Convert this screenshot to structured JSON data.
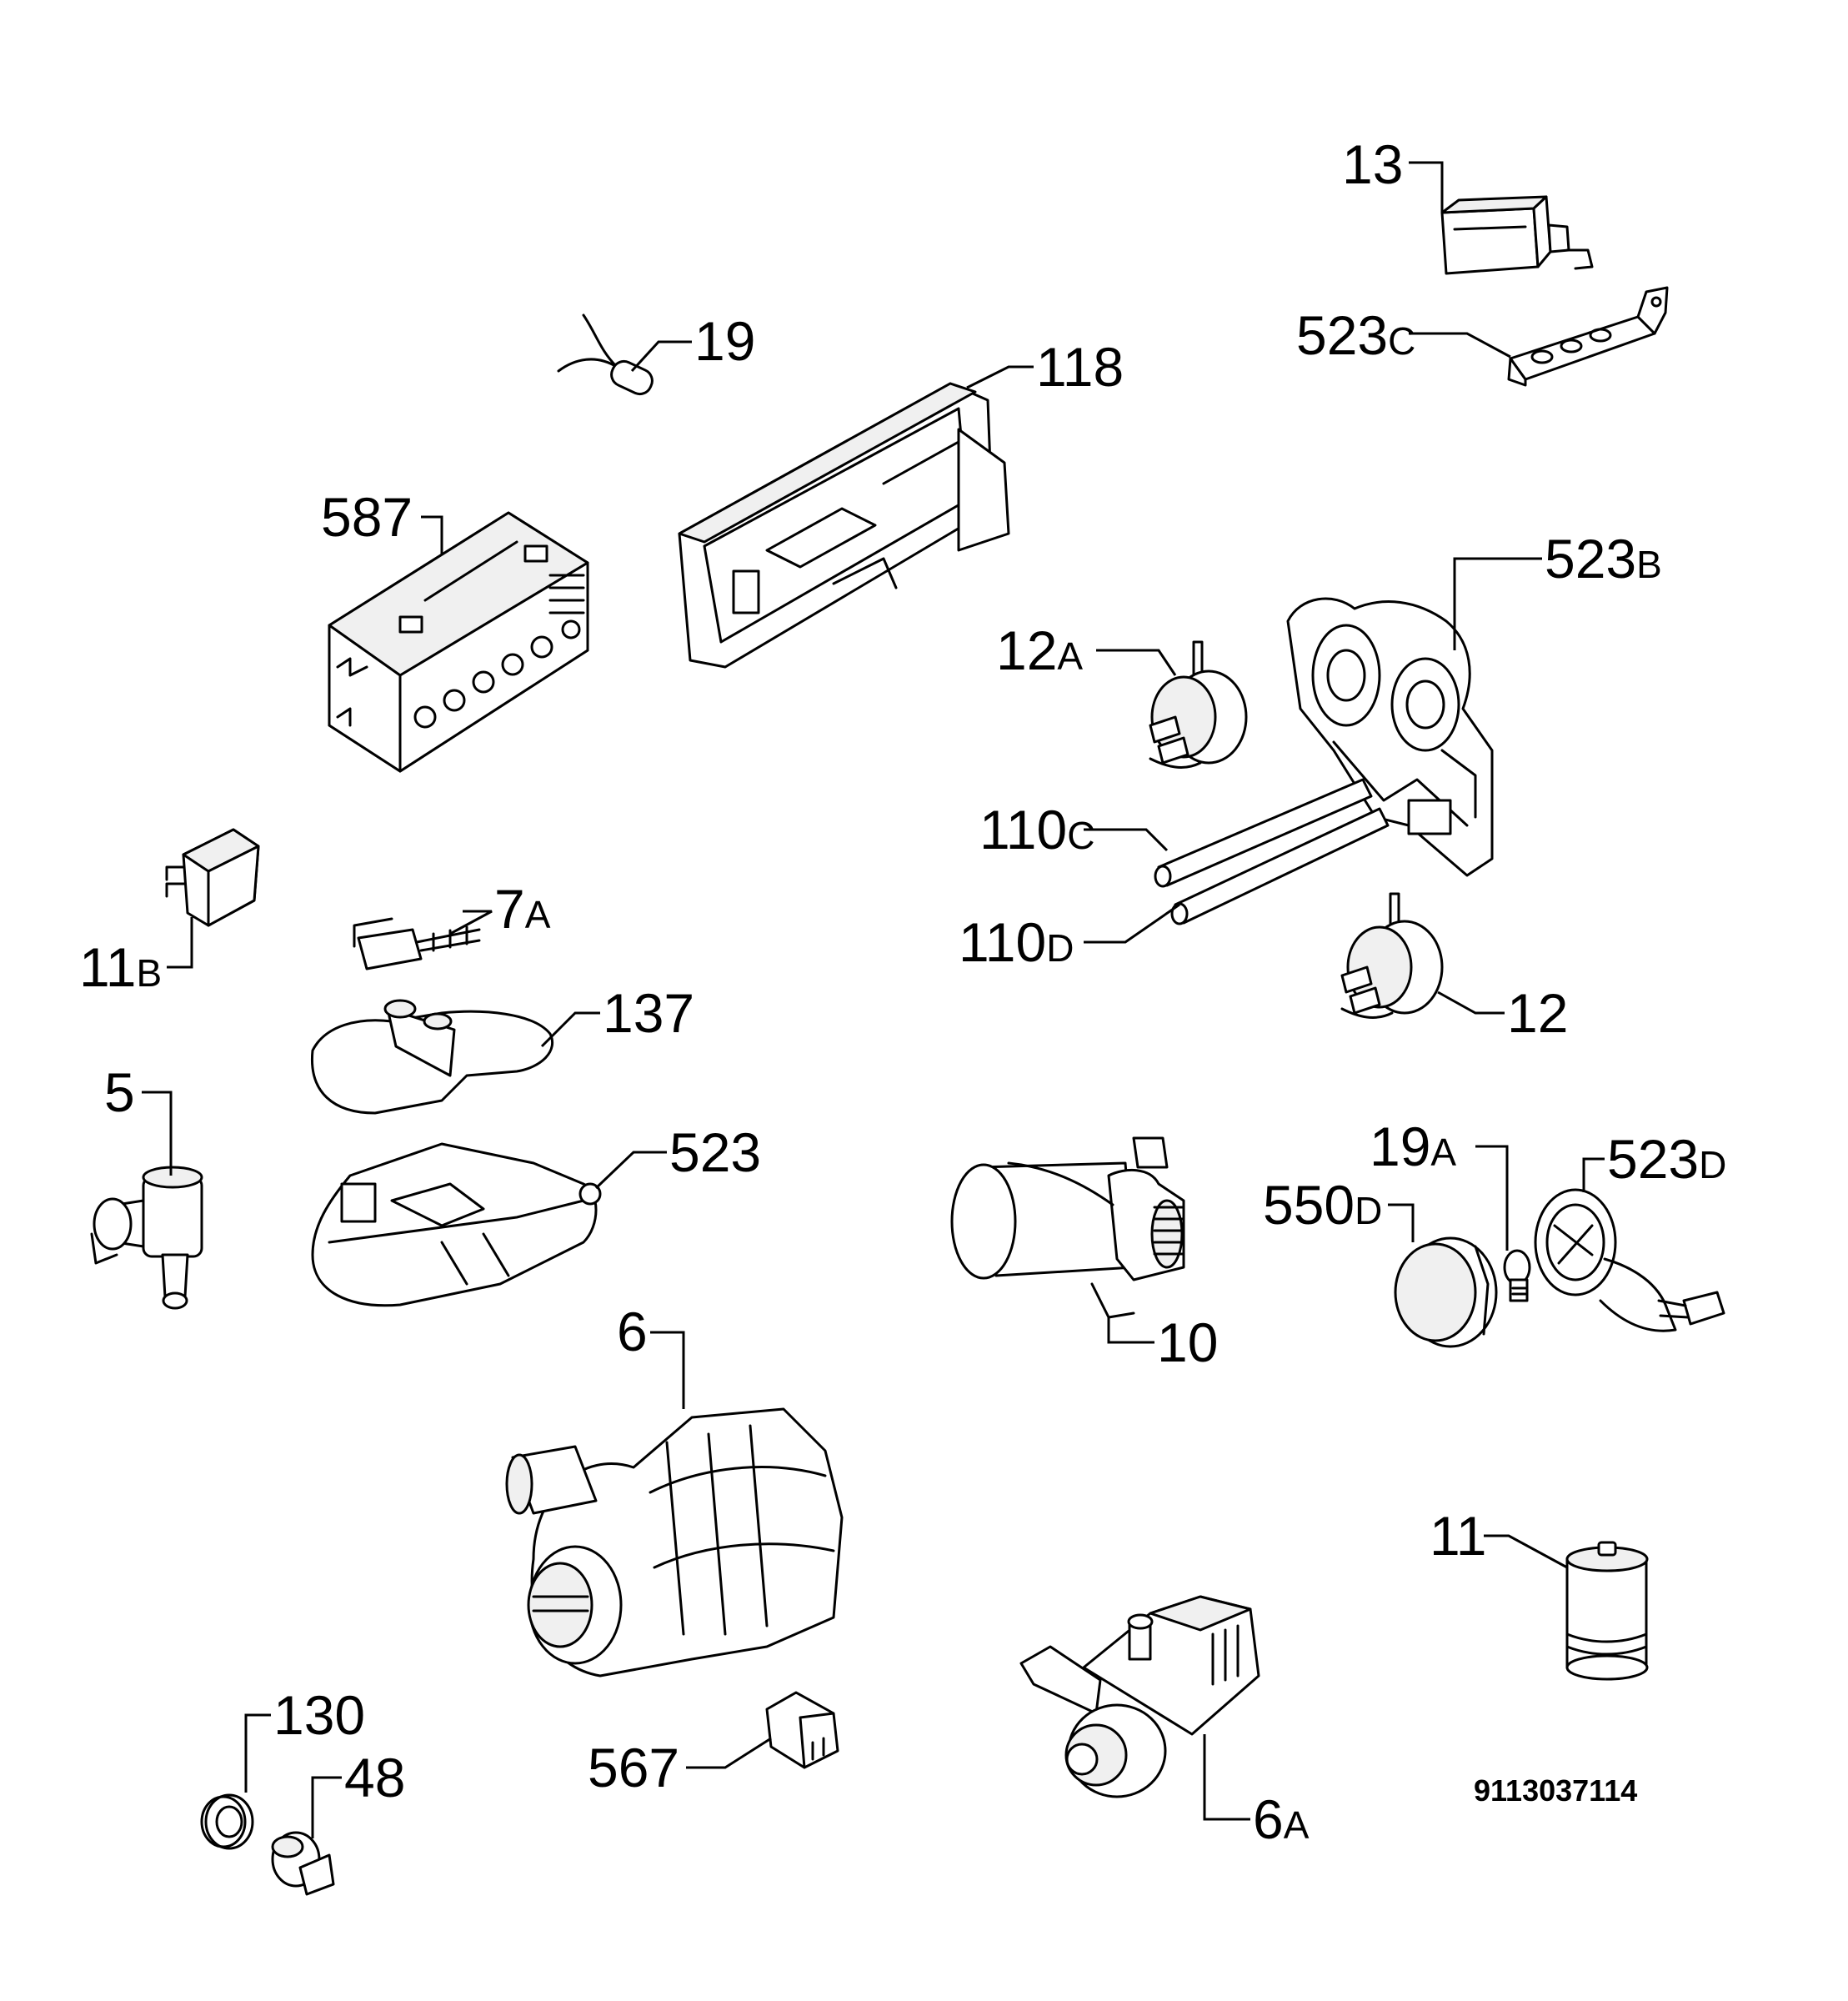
{
  "diagram": {
    "document_number": "9113037114",
    "labels": [
      {
        "id": "13",
        "num": "13",
        "suffix": ""
      },
      {
        "id": "523C",
        "num": "523",
        "suffix": "C"
      },
      {
        "id": "19",
        "num": "19",
        "suffix": ""
      },
      {
        "id": "118",
        "num": "118",
        "suffix": ""
      },
      {
        "id": "587",
        "num": "587",
        "suffix": ""
      },
      {
        "id": "523B",
        "num": "523",
        "suffix": "B"
      },
      {
        "id": "12A",
        "num": "12",
        "suffix": "A"
      },
      {
        "id": "110C",
        "num": "110",
        "suffix": "C"
      },
      {
        "id": "110D",
        "num": "110",
        "suffix": "D"
      },
      {
        "id": "12",
        "num": "12",
        "suffix": ""
      },
      {
        "id": "11B",
        "num": "11",
        "suffix": "B"
      },
      {
        "id": "7A",
        "num": "7",
        "suffix": "A"
      },
      {
        "id": "137",
        "num": "137",
        "suffix": ""
      },
      {
        "id": "5",
        "num": "5",
        "suffix": ""
      },
      {
        "id": "523",
        "num": "523",
        "suffix": ""
      },
      {
        "id": "19A",
        "num": "19",
        "suffix": "A"
      },
      {
        "id": "523D",
        "num": "523",
        "suffix": "D"
      },
      {
        "id": "550D",
        "num": "550",
        "suffix": "D"
      },
      {
        "id": "10",
        "num": "10",
        "suffix": ""
      },
      {
        "id": "6",
        "num": "6",
        "suffix": ""
      },
      {
        "id": "11",
        "num": "11",
        "suffix": ""
      },
      {
        "id": "130",
        "num": "130",
        "suffix": ""
      },
      {
        "id": "48",
        "num": "48",
        "suffix": ""
      },
      {
        "id": "567",
        "num": "567",
        "suffix": ""
      },
      {
        "id": "6A",
        "num": "6",
        "suffix": "A"
      }
    ]
  }
}
